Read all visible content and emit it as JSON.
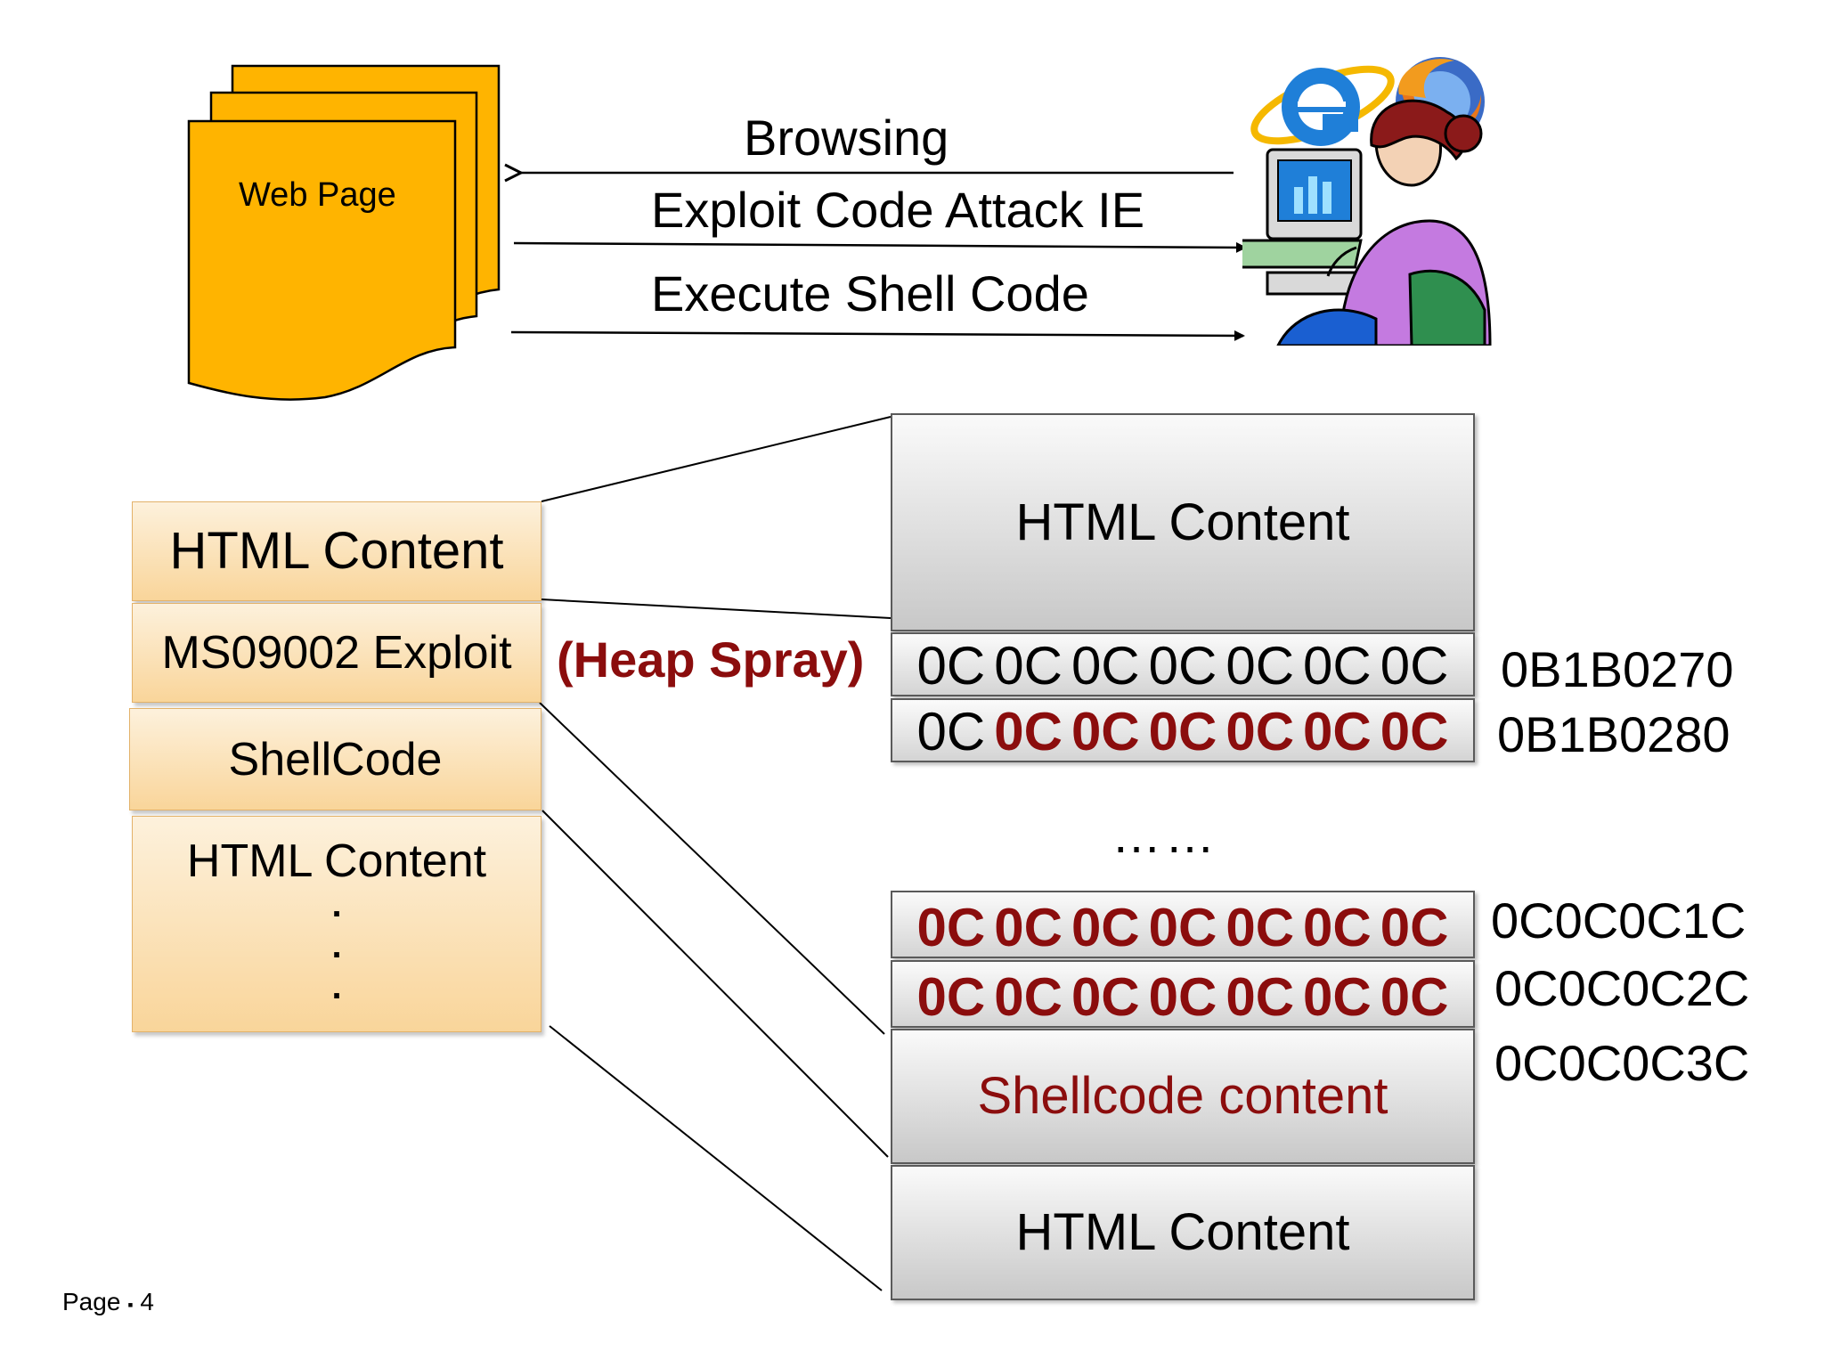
{
  "top": {
    "web_page_label": "Web Page",
    "arrows": [
      {
        "label": "Browsing",
        "direction": "to-web-page"
      },
      {
        "label": "Exploit Code Attack IE",
        "direction": "to-user"
      },
      {
        "label": "Execute Shell Code",
        "direction": "to-user"
      }
    ]
  },
  "left_stack": {
    "html_content_top": "HTML Content",
    "exploit": "MS09002 Exploit",
    "shellcode": "ShellCode",
    "html_content_bottom": "HTML Content",
    "dots": [
      ".",
      ".",
      "."
    ]
  },
  "heap_spray_label": "(Heap Spray)",
  "memory": {
    "html_content_top": "HTML Content",
    "rows_top": [
      {
        "address": "0B1B0270",
        "bytes": [
          {
            "text": "0C",
            "style": "plain"
          },
          {
            "text": "0C",
            "style": "plain"
          },
          {
            "text": "0C",
            "style": "plain"
          },
          {
            "text": "0C",
            "style": "plain"
          },
          {
            "text": "0C",
            "style": "plain"
          },
          {
            "text": "0C",
            "style": "plain"
          },
          {
            "text": "0C",
            "style": "plain"
          }
        ]
      },
      {
        "address": "0B1B0280",
        "bytes": [
          {
            "text": "0C",
            "style": "plain"
          },
          {
            "text": "0C",
            "style": "red"
          },
          {
            "text": "0C",
            "style": "red"
          },
          {
            "text": "0C",
            "style": "red"
          },
          {
            "text": "0C",
            "style": "red"
          },
          {
            "text": "0C",
            "style": "red"
          },
          {
            "text": "0C",
            "style": "red"
          }
        ]
      }
    ],
    "ellipsis": "……",
    "rows_bottom": [
      {
        "address": "0C0C0C1C",
        "bytes": [
          {
            "text": "0C",
            "style": "red"
          },
          {
            "text": "0C",
            "style": "red"
          },
          {
            "text": "0C",
            "style": "red"
          },
          {
            "text": "0C",
            "style": "red"
          },
          {
            "text": "0C",
            "style": "red"
          },
          {
            "text": "0C",
            "style": "red"
          },
          {
            "text": "0C",
            "style": "red"
          }
        ]
      },
      {
        "address": "0C0C0C2C",
        "bytes": [
          {
            "text": "0C",
            "style": "red"
          },
          {
            "text": "0C",
            "style": "red"
          },
          {
            "text": "0C",
            "style": "red"
          },
          {
            "text": "0C",
            "style": "red"
          },
          {
            "text": "0C",
            "style": "red"
          },
          {
            "text": "0C",
            "style": "red"
          },
          {
            "text": "0C",
            "style": "red"
          }
        ]
      }
    ],
    "shellcode_address": "0C0C0C3C",
    "shellcode_content": "Shellcode content",
    "html_content_bottom": "HTML Content"
  },
  "footer": {
    "page_label": "Page",
    "separator": "▪",
    "page_number": "4"
  },
  "colors": {
    "accent_red": "#8b0d0d",
    "page_orange": "#ffb400",
    "box_gradient_top": "#fdf1dc",
    "box_gradient_bottom": "#f9d59a"
  },
  "icons": [
    "internet-explorer-icon",
    "firefox-icon",
    "user-at-computer-icon"
  ]
}
